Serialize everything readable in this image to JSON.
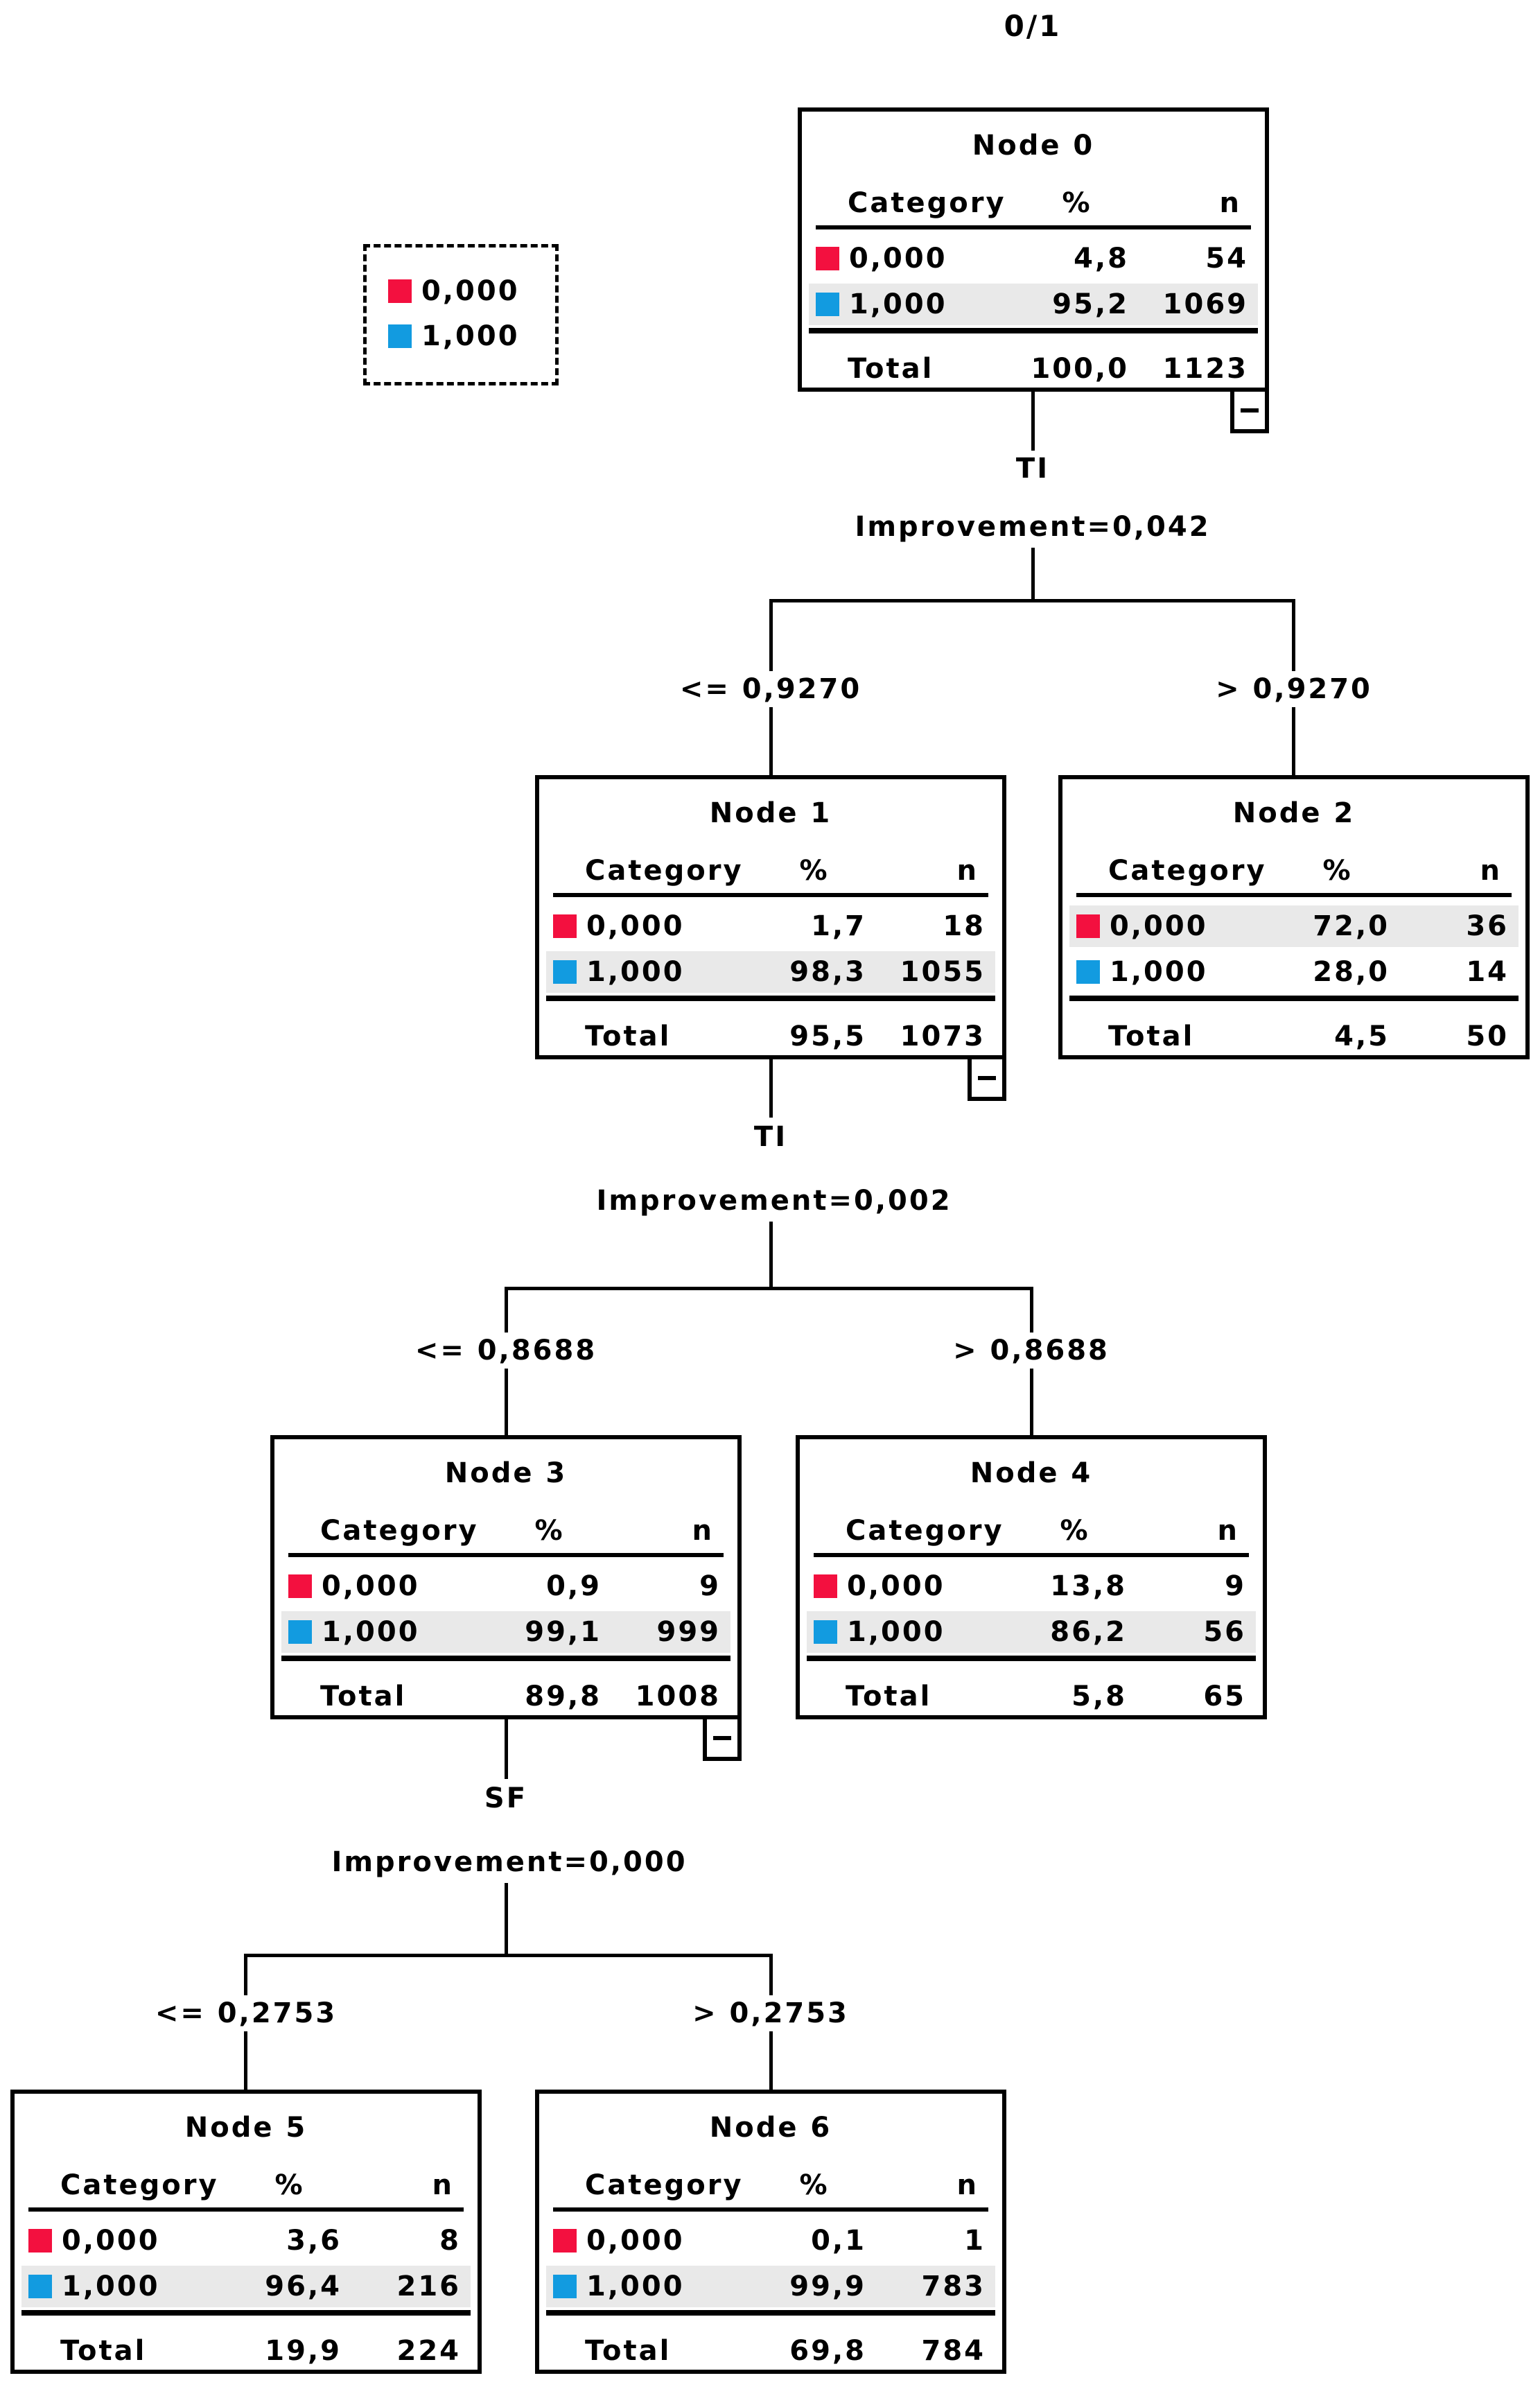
{
  "title": "0/1",
  "colors": {
    "red": "#f3103f",
    "blue": "#129be0",
    "row_highlight": "#e9e9e9"
  },
  "legend": {
    "items": [
      {
        "label": "0,000",
        "color_key": "red"
      },
      {
        "label": "1,000",
        "color_key": "blue"
      }
    ]
  },
  "table_headers": {
    "category": "Category",
    "percent": "%",
    "n": "n",
    "total": "Total"
  },
  "nodes": [
    {
      "title": "Node 0",
      "rows": [
        {
          "category": "0,000",
          "percent": "4,8",
          "n": "54",
          "highlighted": false
        },
        {
          "category": "1,000",
          "percent": "95,2",
          "n": "1069",
          "highlighted": true
        }
      ],
      "total": {
        "percent": "100,0",
        "n": "1123"
      },
      "has_collapse_button": true
    },
    {
      "title": "Node 1",
      "rows": [
        {
          "category": "0,000",
          "percent": "1,7",
          "n": "18",
          "highlighted": false
        },
        {
          "category": "1,000",
          "percent": "98,3",
          "n": "1055",
          "highlighted": true
        }
      ],
      "total": {
        "percent": "95,5",
        "n": "1073"
      },
      "has_collapse_button": true
    },
    {
      "title": "Node 2",
      "rows": [
        {
          "category": "0,000",
          "percent": "72,0",
          "n": "36",
          "highlighted": true
        },
        {
          "category": "1,000",
          "percent": "28,0",
          "n": "14",
          "highlighted": false
        }
      ],
      "total": {
        "percent": "4,5",
        "n": "50"
      },
      "has_collapse_button": false
    },
    {
      "title": "Node 3",
      "rows": [
        {
          "category": "0,000",
          "percent": "0,9",
          "n": "9",
          "highlighted": false
        },
        {
          "category": "1,000",
          "percent": "99,1",
          "n": "999",
          "highlighted": true
        }
      ],
      "total": {
        "percent": "89,8",
        "n": "1008"
      },
      "has_collapse_button": true
    },
    {
      "title": "Node 4",
      "rows": [
        {
          "category": "0,000",
          "percent": "13,8",
          "n": "9",
          "highlighted": false
        },
        {
          "category": "1,000",
          "percent": "86,2",
          "n": "56",
          "highlighted": true
        }
      ],
      "total": {
        "percent": "5,8",
        "n": "65"
      },
      "has_collapse_button": false
    },
    {
      "title": "Node 5",
      "rows": [
        {
          "category": "0,000",
          "percent": "3,6",
          "n": "8",
          "highlighted": false
        },
        {
          "category": "1,000",
          "percent": "96,4",
          "n": "216",
          "highlighted": true
        }
      ],
      "total": {
        "percent": "19,9",
        "n": "224"
      },
      "has_collapse_button": false
    },
    {
      "title": "Node 6",
      "rows": [
        {
          "category": "0,000",
          "percent": "0,1",
          "n": "1",
          "highlighted": false
        },
        {
          "category": "1,000",
          "percent": "99,9",
          "n": "783",
          "highlighted": true
        }
      ],
      "total": {
        "percent": "69,8",
        "n": "784"
      },
      "has_collapse_button": false
    }
  ],
  "splits": [
    {
      "variable": "TI",
      "improvement": "Improvement=0,042",
      "left_label": "<= 0,9270",
      "right_label": "> 0,9270"
    },
    {
      "variable": "TI",
      "improvement": "Improvement=0,002",
      "left_label": "<= 0,8688",
      "right_label": "> 0,8688"
    },
    {
      "variable": "SF",
      "improvement": "Improvement=0,000",
      "left_label": "<= 0,2753",
      "right_label": "> 0,2753"
    }
  ]
}
